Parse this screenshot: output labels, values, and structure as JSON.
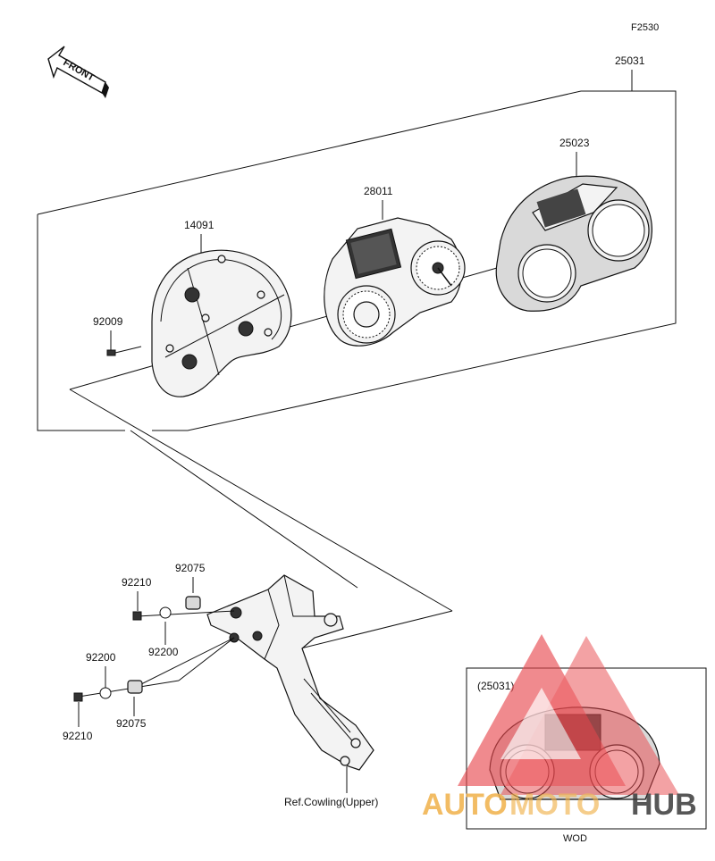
{
  "diagram": {
    "code": "F2530",
    "front_label": "FRONT",
    "assembly_part": "25031",
    "parts": {
      "housing": "14091",
      "meter_unit": "28011",
      "cover": "25023",
      "screw": "92009",
      "bracket_nut_top": "92210",
      "bracket_washer_top": "92200",
      "bracket_grommet_top": "92075",
      "bracket_washer_bottom": "92200",
      "bracket_grommet_bottom": "92075",
      "bracket_nut_bottom": "92210"
    },
    "reference_label": "Ref.Cowling(Upper)",
    "inset": {
      "label": "(25031)",
      "caption": "WOD"
    }
  },
  "watermark": {
    "brand_part1": "AUTO",
    "brand_part2": "MOTO",
    "brand_part3": "HUB",
    "color_primary": "#e8484d",
    "color_secondary": "#f0b14a",
    "color_tertiary": "#3a3a3a"
  }
}
